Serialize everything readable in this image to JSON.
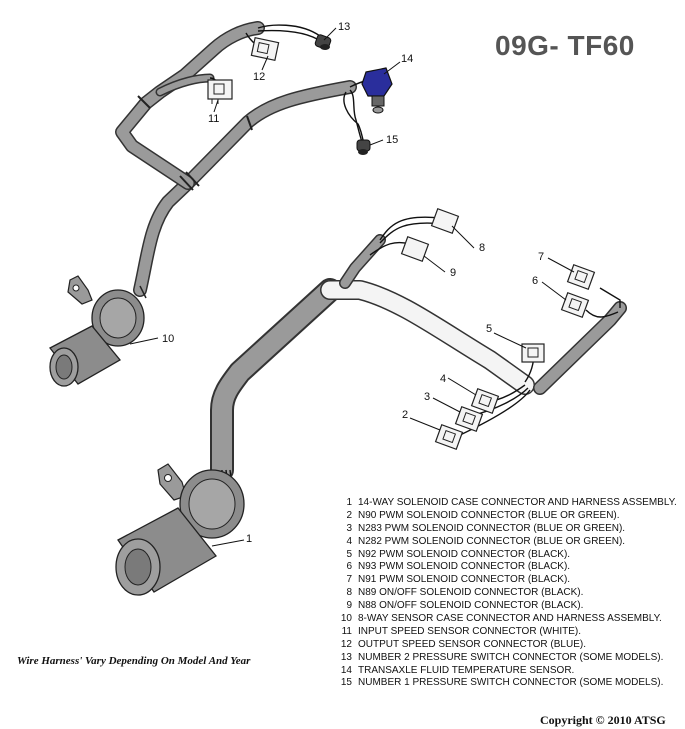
{
  "title": "09G- TF60",
  "note": "Wire Harness' Vary Depending On Model And Year",
  "copyright": "Copyright © 2010 ATSG",
  "callouts": [
    "1",
    "2",
    "3",
    "4",
    "5",
    "6",
    "7",
    "8",
    "9",
    "10",
    "11",
    "12",
    "13",
    "14",
    "15"
  ],
  "legend": [
    {
      "num": "1",
      "text": "14-WAY SOLENOID CASE CONNECTOR AND HARNESS ASSEMBLY."
    },
    {
      "num": "2",
      "text": "N90 PWM SOLENOID CONNECTOR (BLUE OR GREEN)."
    },
    {
      "num": "3",
      "text": "N283 PWM SOLENOID CONNECTOR (BLUE OR GREEN)."
    },
    {
      "num": "4",
      "text": "N282 PWM SOLENOID CONNECTOR (BLUE OR GREEN)."
    },
    {
      "num": "5",
      "text": "N92 PWM SOLENOID CONNECTOR (BLACK)."
    },
    {
      "num": "6",
      "text": "N93 PWM SOLENOID CONNECTOR (BLACK)."
    },
    {
      "num": "7",
      "text": "N91 PWM SOLENOID CONNECTOR (BLACK)."
    },
    {
      "num": "8",
      "text": "N89 ON/OFF SOLENOID CONNECTOR (BLACK)."
    },
    {
      "num": "9",
      "text": "N88 ON/OFF SOLENOID CONNECTOR (BLACK)."
    },
    {
      "num": "10",
      "text": "8-WAY SENSOR CASE CONNECTOR AND HARNESS ASSEMBLY."
    },
    {
      "num": "11",
      "text": "INPUT SPEED SENSOR CONNECTOR (WHITE)."
    },
    {
      "num": "12",
      "text": "OUTPUT SPEED SENSOR CONNECTOR (BLUE)."
    },
    {
      "num": "13",
      "text": "NUMBER 2 PRESSURE SWITCH CONNECTOR (SOME MODELS)."
    },
    {
      "num": "14",
      "text": "TRANSAXLE FLUID TEMPERATURE SENSOR."
    },
    {
      "num": "15",
      "text": "NUMBER 1 PRESSURE SWITCH CONNECTOR (SOME MODELS)."
    }
  ],
  "colors": {
    "sheath": "#9a9a9a",
    "sheath_edge": "#333333",
    "connector_body": "#808080",
    "sensor_blue": "#2a2e9c",
    "text": "#111111",
    "title": "#555555"
  }
}
